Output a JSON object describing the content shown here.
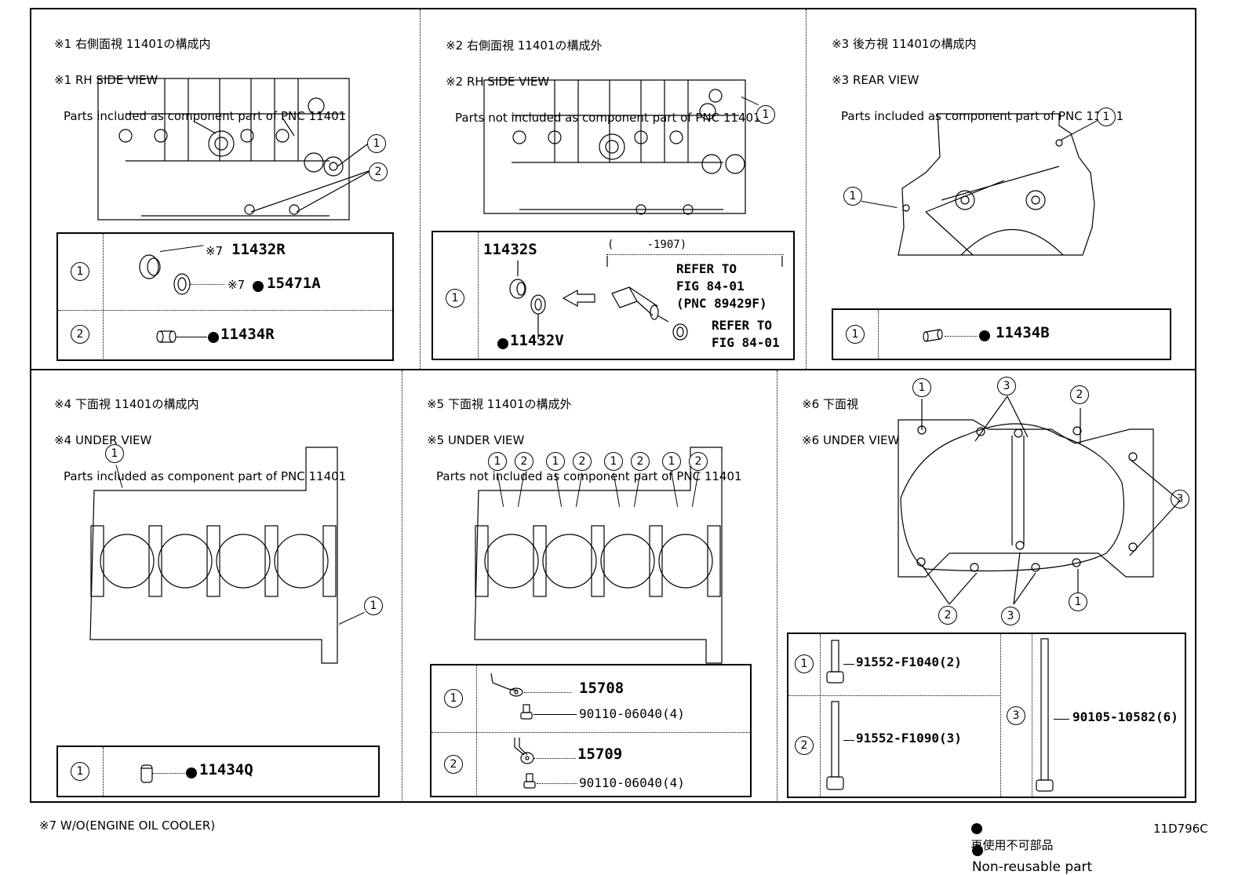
{
  "panels": [
    {
      "id": "1",
      "jp": "※1 右側面視 11401の構成内",
      "en": "※1 RH SIDE VIEW",
      "desc": "Parts included as component part of PNC 11401",
      "rows": [
        {
          "index": "1",
          "parts": [
            {
              "mark": "※7",
              "nonreusable": false,
              "pn": "11432R"
            },
            {
              "mark": "※7",
              "nonreusable": true,
              "pn": "15471A"
            }
          ]
        },
        {
          "index": "2",
          "parts": [
            {
              "mark": "",
              "nonreusable": true,
              "pn": "11434R"
            }
          ]
        }
      ],
      "callouts": [
        "1",
        "2"
      ]
    },
    {
      "id": "2",
      "jp": "※2 右側面視 11401の構成外",
      "en": "※2 RH SIDE VIEW",
      "desc": "Parts not included as component part of PNC 11401",
      "rows": [
        {
          "index": "1",
          "parts": [
            {
              "mark": "",
              "nonreusable": false,
              "pn": "11432S"
            },
            {
              "mark": "",
              "nonreusable": true,
              "pn": "11432V"
            }
          ],
          "range": "(     -1907)",
          "refer1": "REFER TO\nFIG 84-01\n(PNC 89429F)",
          "refer2": "REFER TO\nFIG 84-01"
        }
      ],
      "callouts": [
        "1"
      ]
    },
    {
      "id": "3",
      "jp": "※3 後方視 11401の構成内",
      "en": "※3 REAR VIEW",
      "desc": "Parts included as component part of PNC 11401",
      "rows": [
        {
          "index": "1",
          "parts": [
            {
              "mark": "",
              "nonreusable": true,
              "pn": "11434B"
            }
          ]
        }
      ],
      "callouts": [
        "1",
        "1"
      ]
    },
    {
      "id": "4",
      "jp": "※4 下面視 11401の構成内",
      "en": "※4 UNDER VIEW",
      "desc": "Parts included as component part of PNC 11401",
      "rows": [
        {
          "index": "1",
          "parts": [
            {
              "mark": "",
              "nonreusable": true,
              "pn": "11434Q"
            }
          ]
        }
      ],
      "callouts": [
        "1",
        "1"
      ]
    },
    {
      "id": "5",
      "jp": "※5 下面視 11401の構成外",
      "en": "※5 UNDER VIEW",
      "desc": "Parts not included as component part of PNC 11401",
      "rows": [
        {
          "index": "1",
          "parts": [
            {
              "mark": "",
              "nonreusable": false,
              "pn": "15708"
            },
            {
              "mark": "",
              "nonreusable": false,
              "pn": "90110-06040(4)"
            }
          ]
        },
        {
          "index": "2",
          "parts": [
            {
              "mark": "",
              "nonreusable": false,
              "pn": "15709"
            },
            {
              "mark": "",
              "nonreusable": false,
              "pn": "90110-06040(4)"
            }
          ]
        }
      ],
      "callouts": [
        "1",
        "2",
        "1",
        "2",
        "1",
        "2",
        "1",
        "2"
      ]
    },
    {
      "id": "6",
      "jp": "※6 下面視",
      "en": "※6 UNDER VIEW",
      "desc": "",
      "rows": [
        {
          "index": "1",
          "parts": [
            {
              "mark": "",
              "nonreusable": false,
              "pn": "91552-F1040(2)"
            }
          ]
        },
        {
          "index": "2",
          "parts": [
            {
              "mark": "",
              "nonreusable": false,
              "pn": "91552-F1090(3)"
            }
          ]
        },
        {
          "index": "3",
          "parts": [
            {
              "mark": "",
              "nonreusable": false,
              "pn": "90105-10582(6)"
            }
          ]
        }
      ],
      "callouts": [
        "1",
        "3",
        "2",
        "3",
        "2",
        "3",
        "1"
      ]
    }
  ],
  "footer": {
    "note7": "※7 W/O(ENGINE OIL COOLER)",
    "legend_jp": "再使用不可部品",
    "legend_en": "Non-reusable part",
    "figure_id": "11D796C"
  }
}
